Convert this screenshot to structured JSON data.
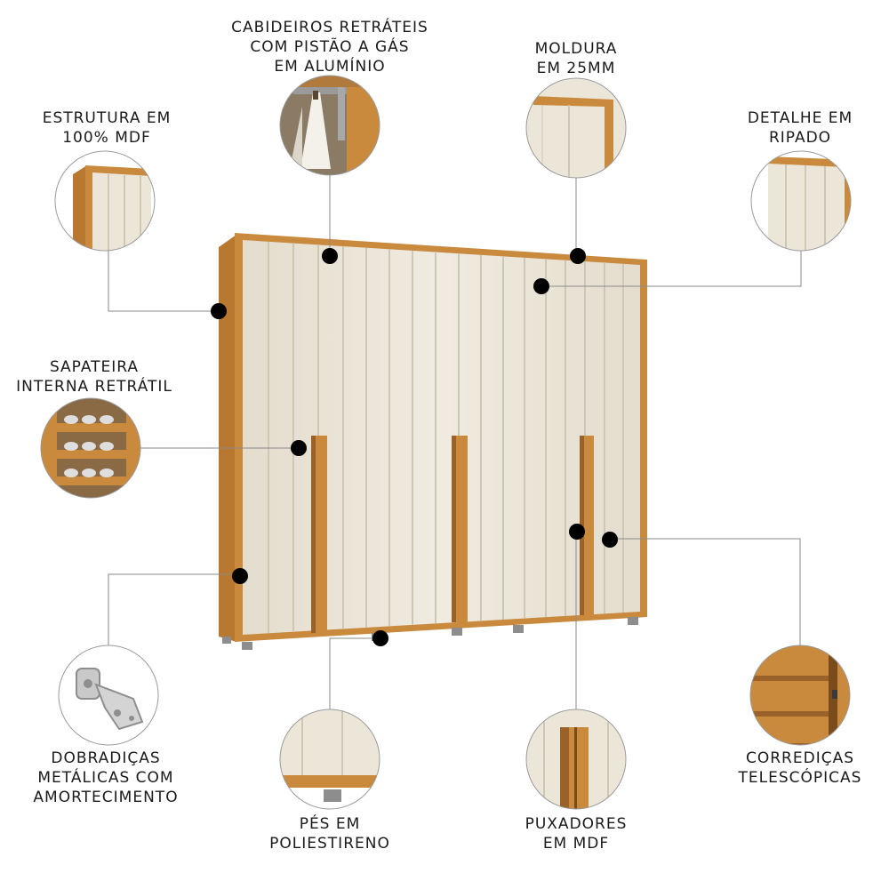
{
  "features": [
    {
      "id": "cabideiros",
      "lines": [
        "CABIDEIROS RETRÁTEIS",
        "COM PISTÃO A GÁS",
        "EM ALUMÍNIO"
      ],
      "icon": "hanger-rail-icon"
    },
    {
      "id": "moldura",
      "lines": [
        "MOLDURA",
        "EM 25MM"
      ],
      "icon": "frame-corner-icon"
    },
    {
      "id": "estrutura",
      "lines": [
        "ESTRUTURA EM",
        "100% MDF"
      ],
      "icon": "mdf-structure-icon"
    },
    {
      "id": "ripado",
      "lines": [
        "DETALHE EM",
        "RIPADO"
      ],
      "icon": "slatted-panel-icon"
    },
    {
      "id": "sapateira",
      "lines": [
        "SAPATEIRA",
        "INTERNA RETRÁTIL"
      ],
      "icon": "shoe-rack-icon"
    },
    {
      "id": "dobradicas",
      "lines": [
        "DOBRADIÇAS",
        "METÁLICAS COM",
        "AMORTECIMENTO"
      ],
      "icon": "hinge-icon"
    },
    {
      "id": "pes",
      "lines": [
        "PÉS EM",
        "POLIESTIRENO"
      ],
      "icon": "furniture-foot-icon"
    },
    {
      "id": "puxadores",
      "lines": [
        "PUXADORES",
        "EM MDF"
      ],
      "icon": "mdf-handle-icon"
    },
    {
      "id": "corredicas",
      "lines": [
        "CORREDIÇAS",
        "TELESCÓPICAS"
      ],
      "icon": "drawer-slide-icon"
    }
  ],
  "colors": {
    "wood": "#c98a3e",
    "wood_dark": "#9a6228",
    "panel": "#ece6d8",
    "panel_shadow": "#d6cfbf",
    "dot": "#000000",
    "leader": "#8a8a8a",
    "text": "#1a1a1a"
  }
}
